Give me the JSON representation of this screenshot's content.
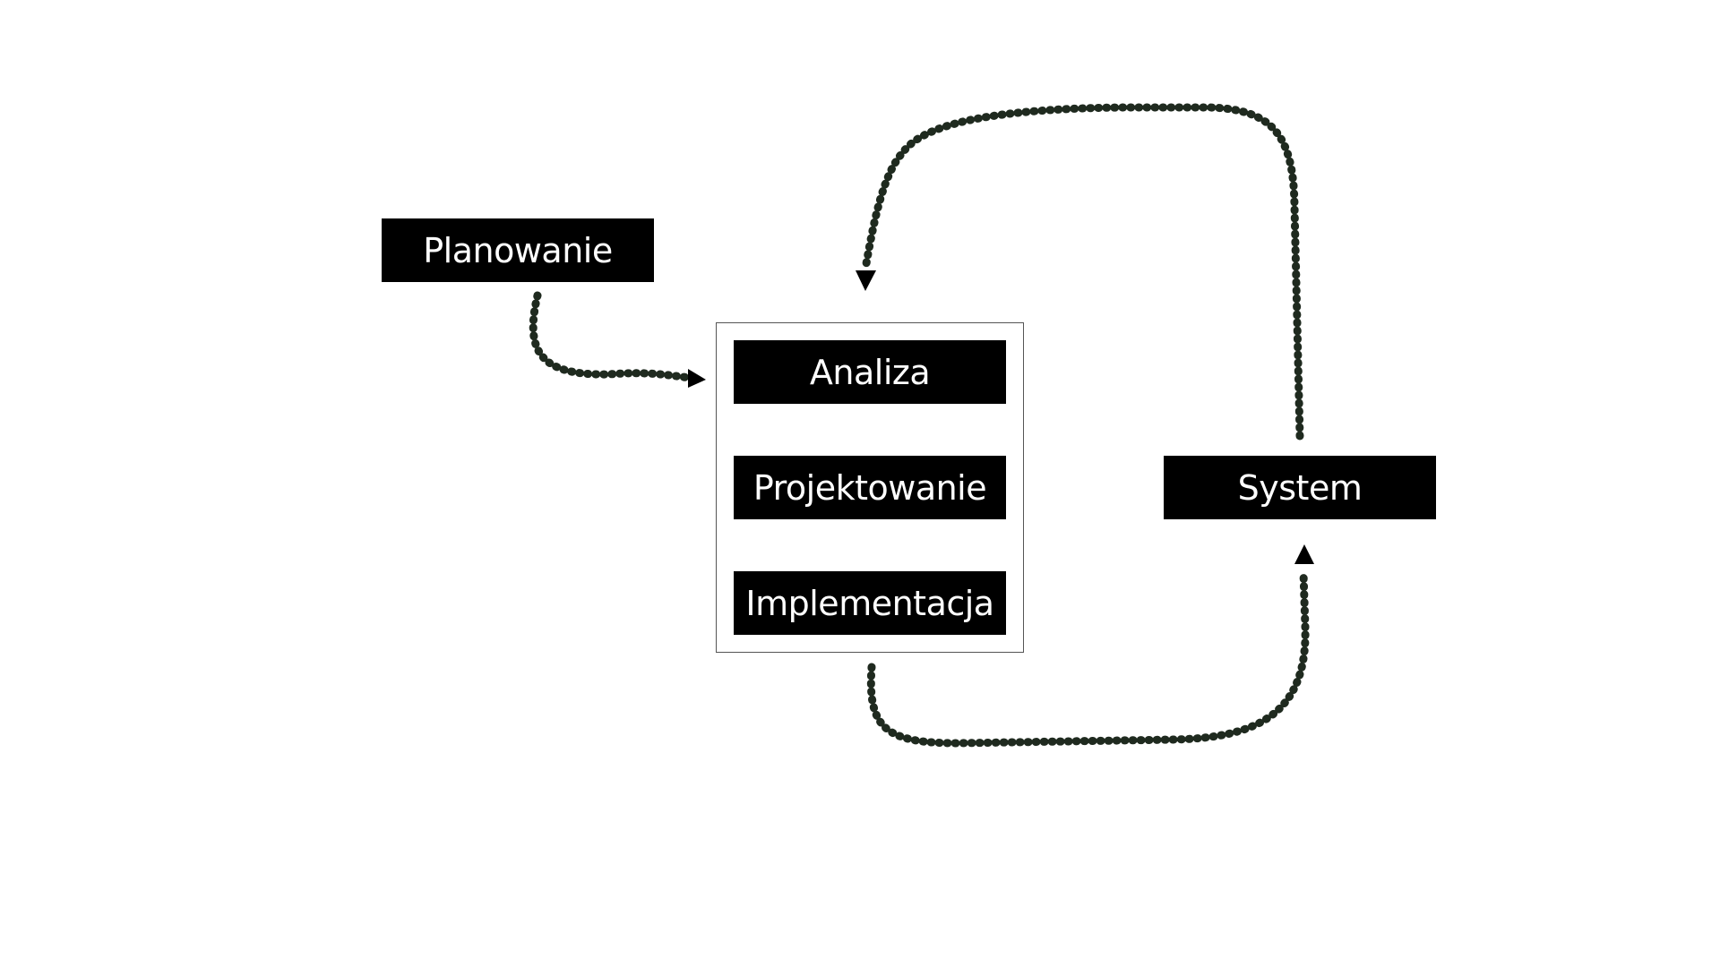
{
  "diagram": {
    "nodes": {
      "planowanie": "Planowanie",
      "analiza": "Analiza",
      "projektowanie": "Projektowanie",
      "implementacja": "Implementacja",
      "system": "System"
    },
    "edges": [
      {
        "from": "Planowanie",
        "to": "Analiza"
      },
      {
        "from": "Implementacja",
        "to": "System"
      },
      {
        "from": "System",
        "to": "Analiza"
      }
    ],
    "colors": {
      "box_fill": "#000000",
      "box_text": "#ffffff",
      "connector": "#1f2a1f",
      "group_border": "#555555",
      "background": "#ffffff"
    }
  }
}
